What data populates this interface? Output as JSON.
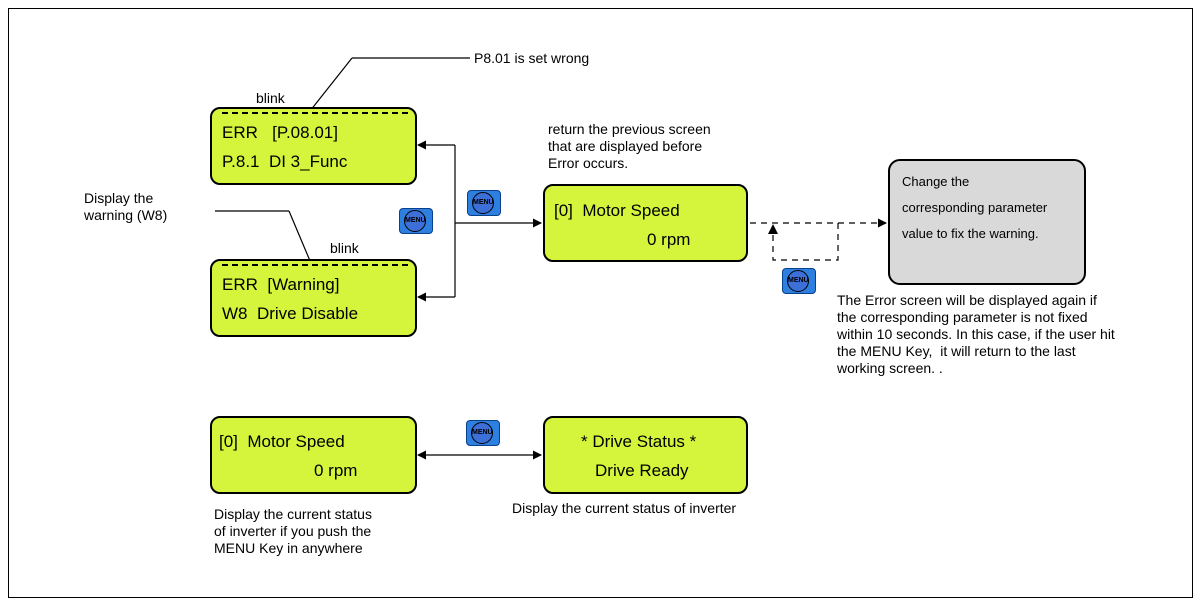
{
  "annotations": {
    "p801_note": "P8.01 is set wrong",
    "blink_top": "blink",
    "blink_bottom": "blink",
    "display_warning_line1": "Display the",
    "display_warning_line2": "warning (W8)",
    "return_line1": "return the previous screen",
    "return_line2": "that are displayed before",
    "return_line3": "Error occurs.",
    "error_again_line1": "The Error screen will be displayed again if",
    "error_again_line2": "the corresponding parameter is not fixed",
    "error_again_line3": "within 10 seconds. In this case, if the user hit",
    "error_again_line4": "the MENU Key,  it will return to the last",
    "error_again_line5": "working screen. .",
    "status_left_line1": "Display the current status",
    "status_left_line2": "of inverter if you push the",
    "status_left_line3": "MENU Key in anywhere",
    "status_right": "Display the current status of inverter"
  },
  "screens": {
    "err_param": {
      "line1_a": "ERR",
      "line1_b": "P.08.01",
      "line2": "P.8.1  DI 3_Func"
    },
    "err_warning": {
      "line1_a": "ERR",
      "line1_b": "Warning",
      "line2": "W8  Drive Disable"
    },
    "motor_speed_top": {
      "line1": "[0]  Motor Speed",
      "line2": "0 rpm"
    },
    "motor_speed_bottom": {
      "line1": "[0]  Motor Speed",
      "line2": "0 rpm"
    },
    "drive_status": {
      "line1": "* Drive Status *",
      "line2": "Drive Ready"
    }
  },
  "fix_box": {
    "line1": "Change the",
    "line2": "corresponding parameter",
    "line3": "value to fix the warning."
  },
  "menu_key": {
    "label": "MENU"
  },
  "colors": {
    "lcd": "#d4f53c",
    "fix_box": "#d9d9d9",
    "menu_key": "#2d7fe0"
  }
}
